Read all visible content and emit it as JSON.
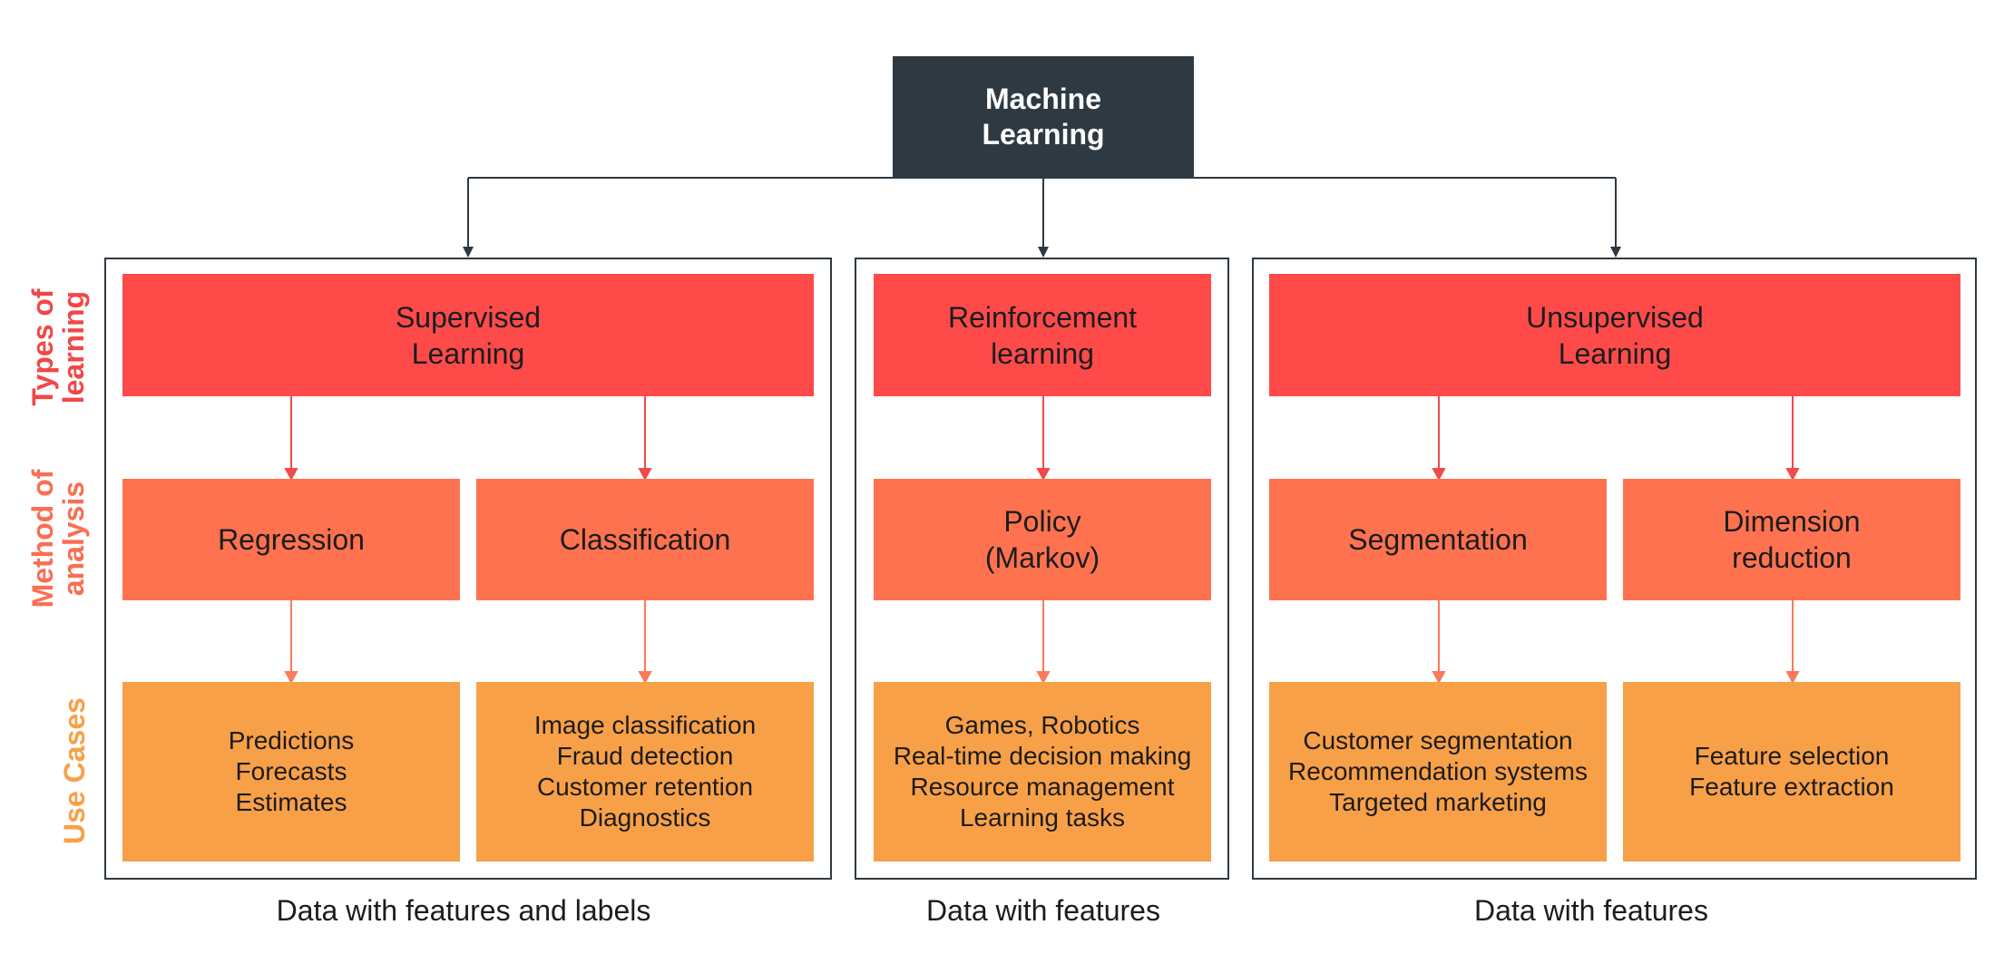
{
  "colors": {
    "root": "#2e3942",
    "types_of_learning": "#ff4a4a",
    "method_of_analysis": "#ff7250",
    "use_cases": "#f8a048",
    "tree_line": "#2e3942",
    "red_arrow": "#ef4b4b",
    "orange_arrow": "#fa7a5a"
  },
  "root": {
    "label": "Machine\nLearning"
  },
  "row_labels": {
    "types": "Types of\nlearning",
    "methods": "Method of\nanalysis",
    "use_cases": "Use Cases"
  },
  "groups": [
    {
      "type": "Supervised\nLearning",
      "methods": [
        {
          "label": "Regression",
          "use_cases": "Predictions\nForecasts\nEstimates"
        },
        {
          "label": "Classification",
          "use_cases": "Image classification\nFraud detection\nCustomer retention\nDiagnostics"
        }
      ],
      "caption": "Data with features and labels"
    },
    {
      "type": "Reinforcement\nlearning",
      "methods": [
        {
          "label": "Policy\n(Markov)",
          "use_cases": "Games, Robotics\nReal-time decision making\nResource management\nLearning tasks"
        }
      ],
      "caption": "Data with features"
    },
    {
      "type": "Unsupervised\nLearning",
      "methods": [
        {
          "label": "Segmentation",
          "use_cases": "Customer segmentation\nRecommendation systems\nTargeted marketing"
        },
        {
          "label": "Dimension\nreduction",
          "use_cases": "Feature selection\nFeature extraction"
        }
      ],
      "caption": "Data with features"
    }
  ]
}
